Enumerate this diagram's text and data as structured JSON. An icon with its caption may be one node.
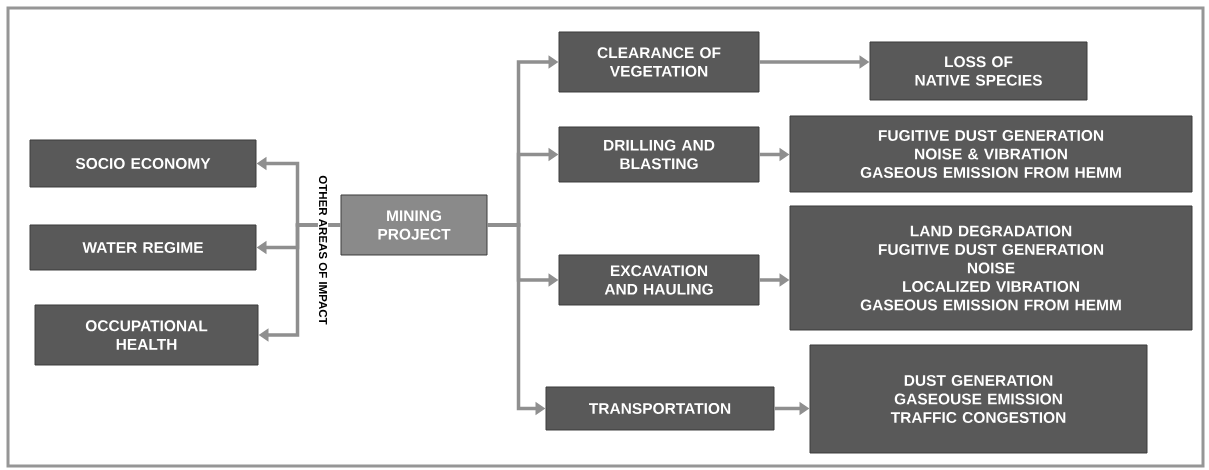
{
  "diagram": {
    "nodes": [
      {
        "text": [
          "MINING PROJECT"
        ]
      },
      {
        "text": [
          "SOCIO ECONOMY"
        ]
      },
      {
        "text": [
          "WATER REGIME"
        ]
      },
      {
        "text": [
          "OCCUPATIONAL HEALTH"
        ]
      },
      {
        "text": [
          "CLEARANCE OF VEGETATION"
        ]
      },
      {
        "text": [
          "DRILLING AND BLASTING"
        ]
      },
      {
        "text": [
          "EXCAVATION AND HAULING"
        ]
      },
      {
        "text": [
          "TRANSPORTATION"
        ]
      },
      {
        "text": [
          "LOSS OF NATIVE SPECIES"
        ]
      },
      {
        "text": [
          "FUGITIVE DUST GENERATION",
          "NOISE & VIBRATION",
          "GASEOUS EMISSION FROM HEMM"
        ]
      },
      {
        "text": [
          "LAND DEGRADATION",
          "FUGITIVE DUST GENERATION",
          "NOISE",
          "LOCALIZED VIBRATION",
          "GASEOUS EMISSION FROM HEMM"
        ]
      },
      {
        "text": [
          "DUST GENERATION",
          "GASEOUSE EMISSION",
          "TRAFFIC CONGESTION"
        ]
      }
    ],
    "edges": [
      {
        "from": 0,
        "to": 1,
        "arrow": "to"
      },
      {
        "from": 0,
        "to": 2,
        "arrow": "to"
      },
      {
        "from": 0,
        "to": 3,
        "arrow": "to"
      },
      {
        "from": 0,
        "to": 4,
        "arrow": "to"
      },
      {
        "from": 0,
        "to": 5,
        "arrow": "to"
      },
      {
        "from": 0,
        "to": 6,
        "arrow": "to"
      },
      {
        "from": 0,
        "to": 7,
        "arrow": "to"
      },
      {
        "from": 4,
        "to": 8,
        "arrow": "to"
      },
      {
        "from": 5,
        "to": 9,
        "arrow": "to"
      },
      {
        "from": 6,
        "to": 10,
        "arrow": "to"
      },
      {
        "from": 7,
        "to": 11,
        "arrow": "to"
      }
    ],
    "labels": [
      "OTHER AREAS OF IMPACT"
    ]
  }
}
